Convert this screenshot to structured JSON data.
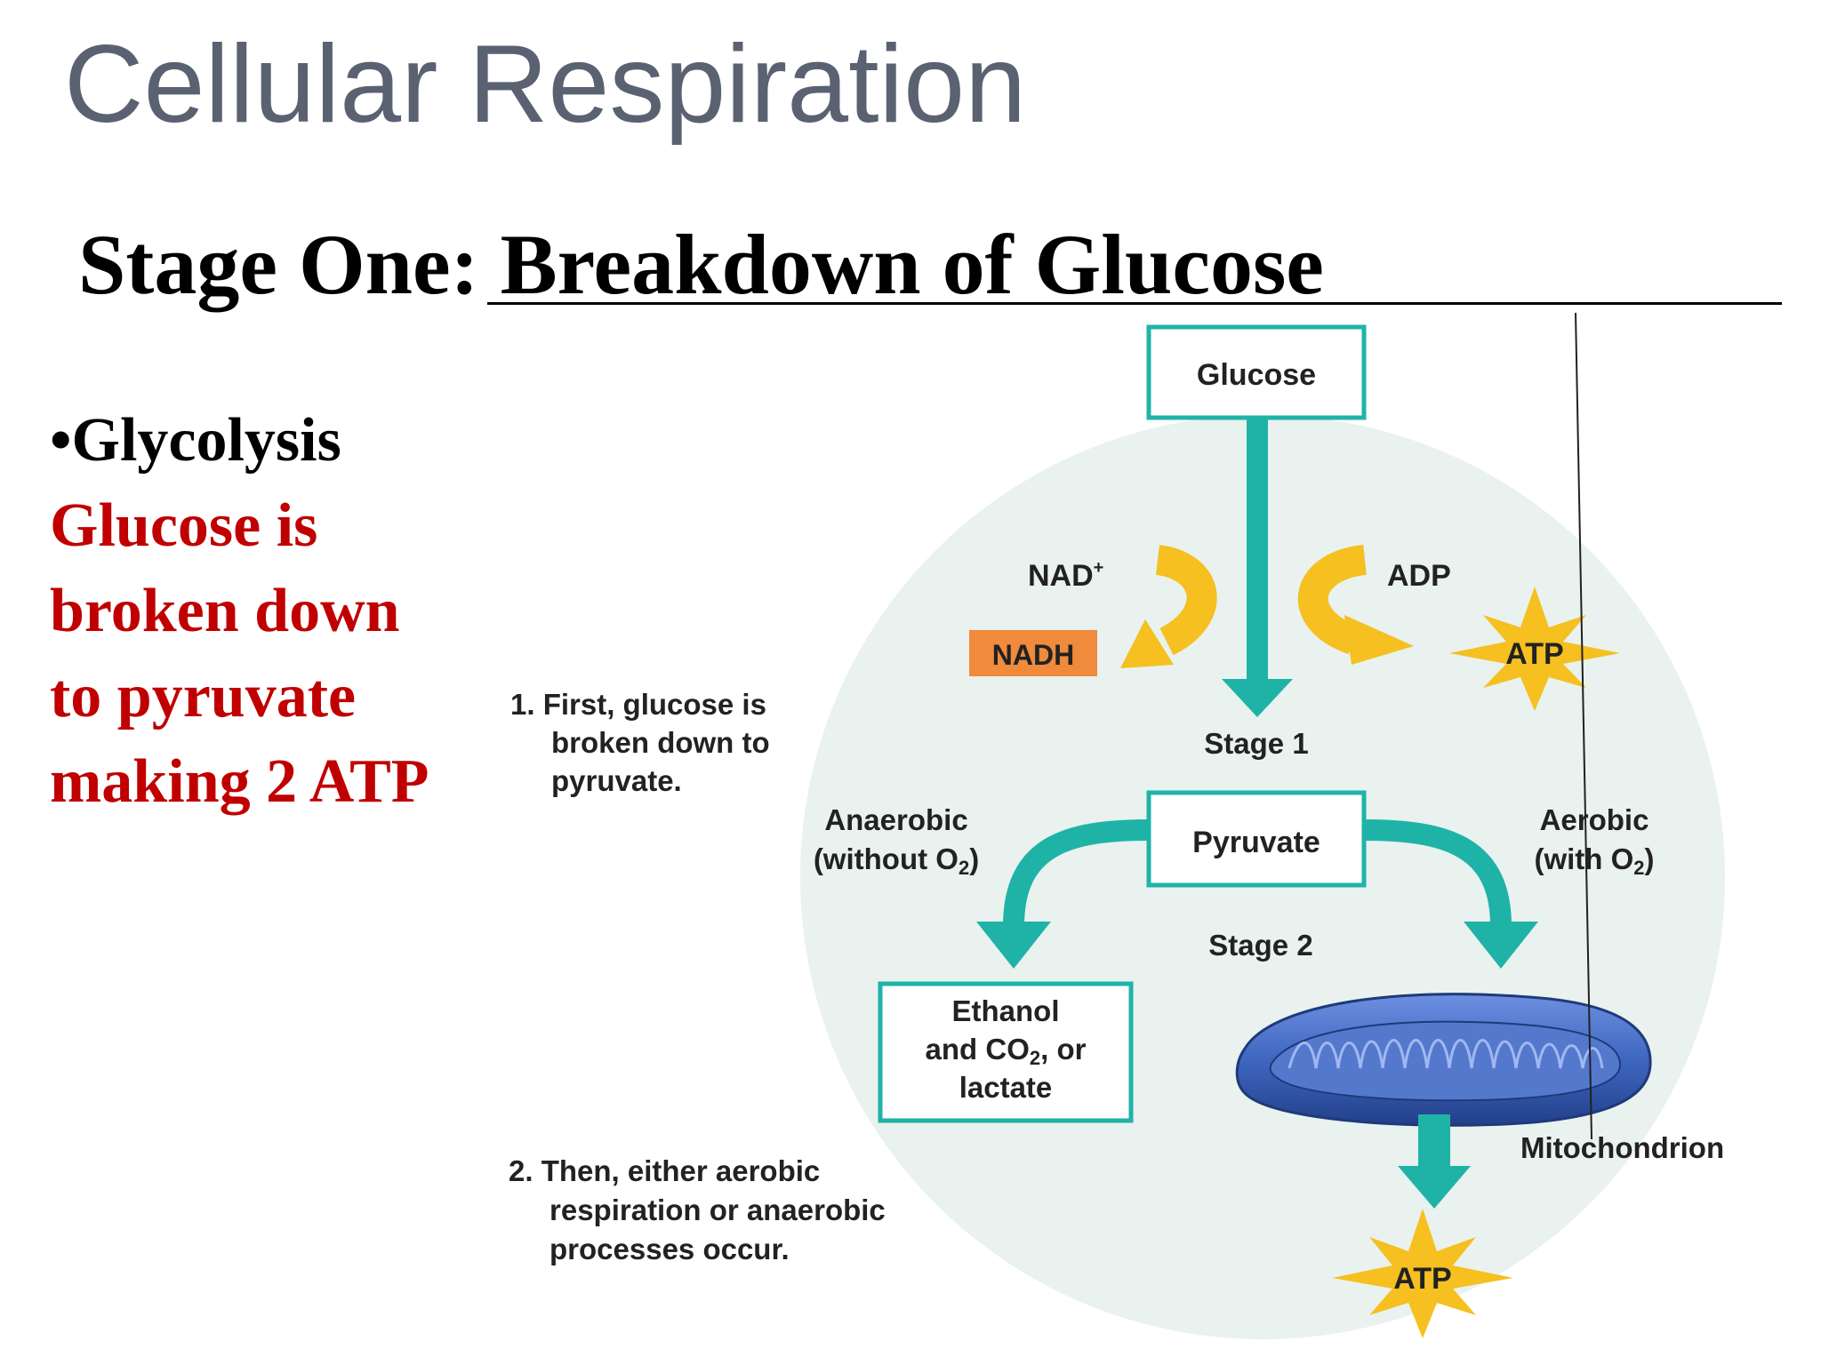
{
  "slide": {
    "title": "Cellular Respiration",
    "subtitle": "Stage One: Breakdown of Glucose",
    "bullet_heading": "•Glycolysis",
    "bullet_lines": [
      "Glucose is",
      "broken down",
      "to pyruvate",
      "making 2 ATP"
    ]
  },
  "diagram": {
    "glucose": "Glucose",
    "nad_plus": "NAD",
    "nad_sup": "+",
    "nadh": "NADH",
    "adp": "ADP",
    "atp_top": "ATP",
    "stage1": "Stage 1",
    "pyruvate": "Pyruvate",
    "stage2": "Stage 2",
    "anaerobic": "Anaerobic",
    "without_o2_pre": "(without O",
    "without_o2_sub": "2",
    "without_o2_post": ")",
    "aerobic": "Aerobic",
    "with_o2_pre": "(with O",
    "with_o2_sub": "2",
    "with_o2_post": ")",
    "ethanol_line1": "Ethanol",
    "ethanol_line2_pre": "and CO",
    "ethanol_line2_sub": "2",
    "ethanol_line2_post": ", or",
    "ethanol_line3": "lactate",
    "mitochondrion": "Mitochondrion",
    "atp_bottom": "ATP",
    "step1_lines": [
      "1. First, glucose is",
      "broken down to",
      "pyruvate."
    ],
    "step2_lines": [
      "2. Then, either aerobic",
      "respiration or anaerobic",
      "processes occur."
    ],
    "colors": {
      "teal": "#1fb3a8",
      "yellow": "#f5c020",
      "orange": "#f08a3c",
      "circle": "#e9f2ee",
      "mito": "#3f67c0"
    }
  }
}
